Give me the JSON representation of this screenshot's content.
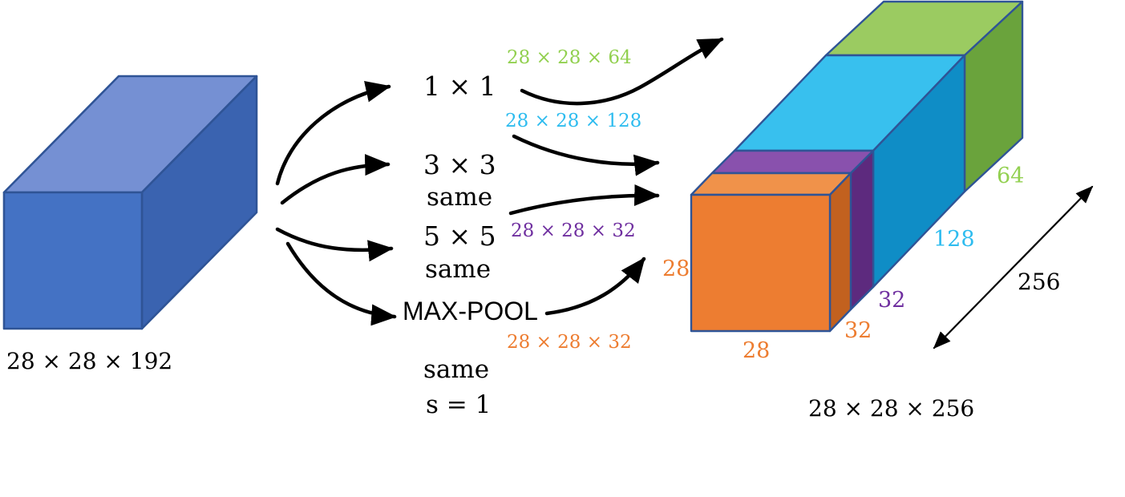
{
  "input_block": {
    "dims": "28 × 28 × 192"
  },
  "branches": [
    {
      "op": "1 × 1",
      "out_dims": "28 × 28 × 64"
    },
    {
      "op": "3 × 3",
      "pad": "same",
      "out_dims": "28 × 28 × 128"
    },
    {
      "op": "5 × 5",
      "pad": "same",
      "out_dims": "28 × 28 × 32"
    },
    {
      "op": "MAX-POOL",
      "pad": "same",
      "stride": "s = 1",
      "out_dims": "28 × 28 × 32"
    }
  ],
  "output_block": {
    "dims": "28 × 28 × 256",
    "face_height": "28",
    "face_width": "28",
    "slab_depths": {
      "pool": "32",
      "conv5": "32",
      "conv3": "128",
      "conv1": "64"
    },
    "total_depth": "256"
  },
  "colors": {
    "input_front": "#4472C4",
    "input_top": "#7590D3",
    "input_side": "#3A63B0",
    "outline": "#2F5496",
    "pool_front": "#ED7D31",
    "pool_top": "#F0924A",
    "pool_side": "#C2611F",
    "conv5_top": "#8951AD",
    "conv5_side": "#5D2A7E",
    "conv3_top": "#38C0EE",
    "conv3_side": "#0F8DC6",
    "conv1_top": "#9BCB61",
    "conv1_side": "#6AA33C",
    "arrow": "#000000",
    "text_green": "#92D050",
    "text_cyan": "#2EBCEF",
    "text_purple": "#7030A0",
    "text_orange": "#ED7D31",
    "text_black": "#000000"
  }
}
